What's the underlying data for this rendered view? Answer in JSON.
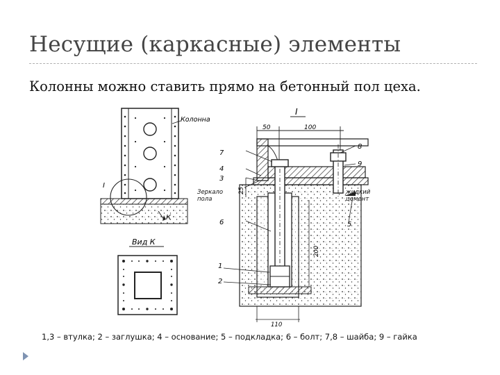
{
  "slide": {
    "title": "Несущие (каркасные) элементы",
    "subtitle": "Колонны можно ставить прямо на бетонный пол цеха.",
    "caption": "1,3 – втулка; 2 – заглушка; 4 – основание; 5 – подкладка; 6 – болт; 7,8 – шайба; 9 – гайка"
  },
  "drawing": {
    "label_column": "Колонна",
    "label_detail": "I",
    "label_k": "К",
    "label_view": "Вид К",
    "label_section": "I",
    "label_mirror": "Зеркало пола",
    "label_cement": "жидкий цемент",
    "dim_50": "50",
    "dim_100": "100",
    "dim_25": "25",
    "dim_200": "200",
    "dim_110": "110",
    "num_1": "1",
    "num_2": "2",
    "num_3": "3",
    "num_4": "4",
    "num_5": "5",
    "num_6": "6",
    "num_7": "7",
    "num_8": "8",
    "num_9": "9"
  },
  "icons": {
    "bullet": "triangle-bullet-icon"
  },
  "colors": {
    "title": "#444444",
    "bullet": "#7f93b2"
  }
}
